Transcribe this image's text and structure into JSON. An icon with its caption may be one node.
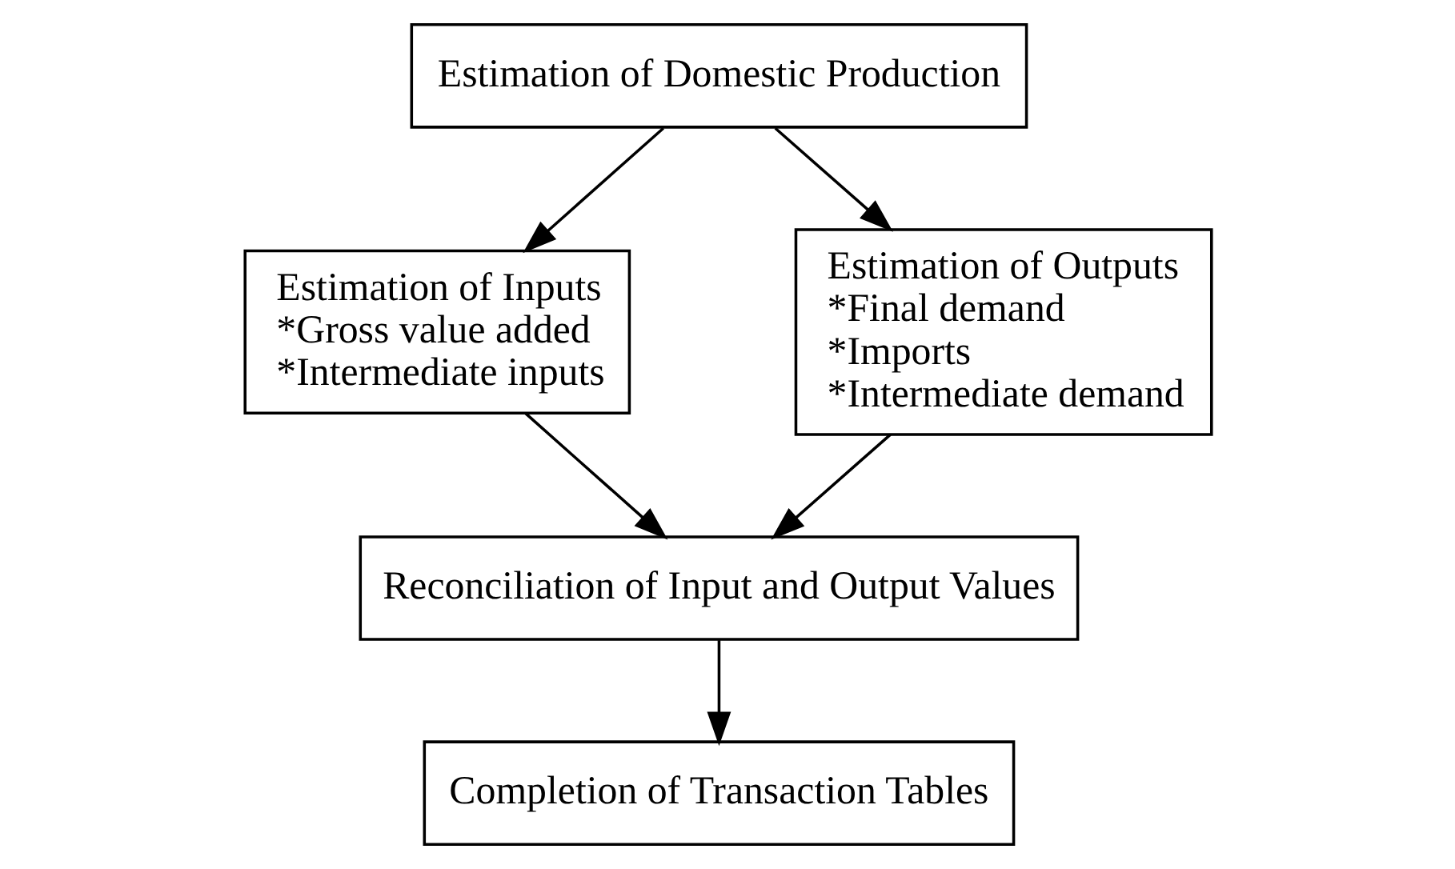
{
  "diagram": {
    "nodes": [
      {
        "text": [
          "Estimation of Domestic Production"
        ]
      },
      {
        "text": [
          "Estimation of Inputs",
          "*Gross value added",
          "*Intermediate inputs"
        ]
      },
      {
        "text": [
          "Estimation of Outputs",
          "*Final demand",
          "*Imports",
          "*Intermediate demand"
        ]
      },
      {
        "text": [
          "Reconciliation of Input and Output Values"
        ]
      },
      {
        "text": [
          "Completion of Transaction Tables"
        ]
      }
    ],
    "edges": [
      {
        "from": 0,
        "to": 1,
        "arrow": "to"
      },
      {
        "from": 0,
        "to": 2,
        "arrow": "to"
      },
      {
        "from": 1,
        "to": 3,
        "arrow": "to"
      },
      {
        "from": 2,
        "to": 3,
        "arrow": "to"
      },
      {
        "from": 3,
        "to": 4,
        "arrow": "to"
      }
    ]
  }
}
